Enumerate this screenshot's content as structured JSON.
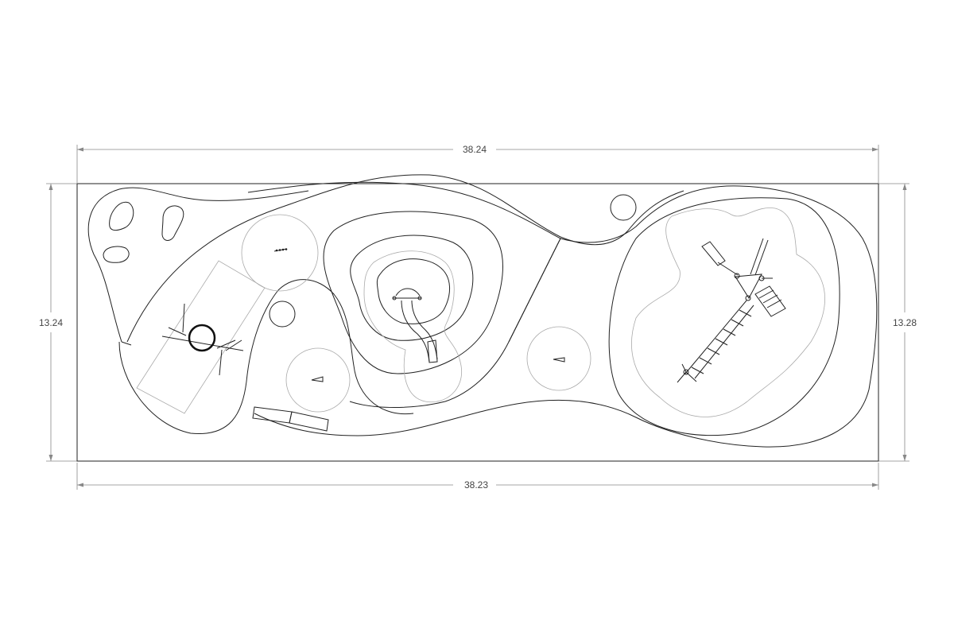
{
  "dimensions": {
    "top_width": "38.24",
    "bottom_width": "38.23",
    "left_height": "13.24",
    "right_height": "13.28"
  },
  "colors": {
    "line": "#222222",
    "light_line": "#aaaaaa",
    "dimension_line": "#888888",
    "background": "#ffffff"
  }
}
